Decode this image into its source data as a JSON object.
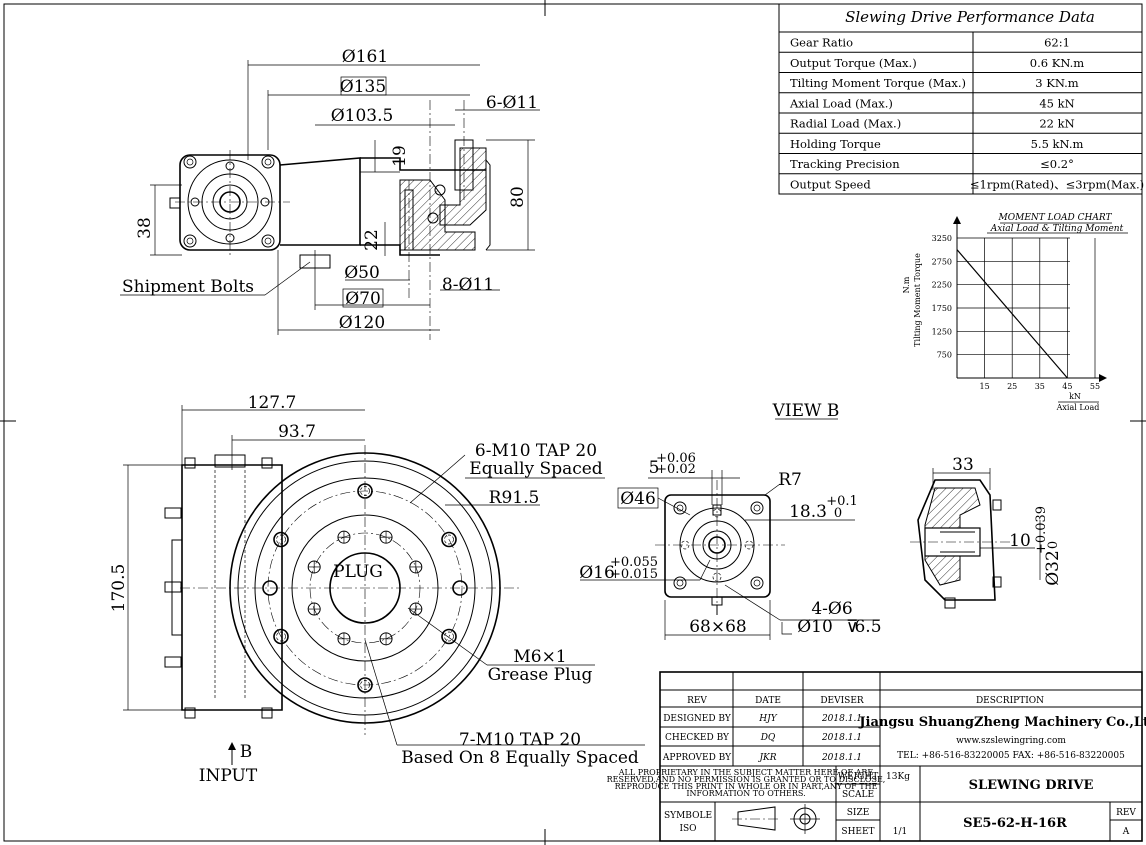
{
  "performance": {
    "title": "Slewing Drive Performance Data",
    "rows": [
      {
        "label": "Gear Ratio",
        "value": "62:1"
      },
      {
        "label": "Output Torque (Max.)",
        "value": "0.6 KN.m"
      },
      {
        "label": "Tilting Moment Torque (Max.)",
        "value": "3 KN.m"
      },
      {
        "label": "Axial Load (Max.)",
        "value": "45 kN"
      },
      {
        "label": "Radial Load (Max.)",
        "value": "22 kN"
      },
      {
        "label": "Holding Torque",
        "value": "5.5 kN.m"
      },
      {
        "label": "Tracking Precision",
        "value": "≤0.2°"
      },
      {
        "label": "Output Speed",
        "value": "≤1rpm(Rated)、≤3rpm(Max.)"
      }
    ]
  },
  "moment_chart": {
    "title": "MOMENT LOAD CHART",
    "subtitle": "Axial Load & Tilting Moment",
    "ylabel": "Tilting Moment Torque",
    "yunit": "N.m",
    "xunit": "kN",
    "xlabel": "Axial Load",
    "yticks": [
      "3250",
      "2750",
      "2250",
      "1750",
      "1250",
      "750"
    ],
    "xticks": [
      "15",
      "25",
      "35",
      "45",
      "55"
    ]
  },
  "chart_data": {
    "type": "line",
    "title": "MOMENT LOAD CHART",
    "subtitle": "Axial Load & Tilting Moment",
    "xlabel": "Axial Load",
    "ylabel": "Tilting Moment Torque",
    "x_unit": "kN",
    "y_unit": "N.m",
    "xlim": [
      5,
      55
    ],
    "ylim": [
      250,
      3250
    ],
    "grid": true,
    "series": [
      {
        "x": [
          5,
          45
        ],
        "y": [
          3000,
          250
        ]
      }
    ]
  },
  "top_view": {
    "dim_161": "Ø161",
    "dim_135": "Ø135",
    "dim_1035": "Ø103.5",
    "dim_6x11": "6-Ø11",
    "dim_19": "19",
    "dim_80": "80",
    "dim_38": "38",
    "dim_22": "22",
    "dim_50": "Ø50",
    "dim_70": "Ø70",
    "dim_8x11": "8-Ø11",
    "dim_120": "Ø120",
    "shipment_bolts": "Shipment Bolts"
  },
  "front_view": {
    "dim_1277": "127.7",
    "dim_937": "93.7",
    "dim_1705": "170.5",
    "tap1": "6-M10 TAP 20",
    "tap1b": "Equally Spaced",
    "r915": "R91.5",
    "plug": "PLUG",
    "m6": "M6×1",
    "grease": "Grease Plug",
    "tap2": "7-M10 TAP 20",
    "tap2b": "Based On 8 Equally Spaced",
    "b_label": "B",
    "input": "INPUT"
  },
  "view_b": {
    "title": "VIEW B",
    "key_tol": "+0.06",
    "key_tol2": "+0.02",
    "key_base": "5",
    "d46": "Ø46",
    "r7": "R7",
    "d183": "18.3",
    "d183_tol1": "+0.1",
    "d183_tol2": "0",
    "d16": "Ø16",
    "d16_tol1": "+0.055",
    "d16_tol2": "+0.015",
    "d68": "68×68",
    "holes": "4-Ø6",
    "cb": "Ø10",
    "depth": "6.5"
  },
  "section": {
    "d33": "33",
    "d10": "10",
    "d32": "Ø32",
    "tol1": "+0.039",
    "tol2": "0"
  },
  "title_block": {
    "rev_h": "REV",
    "date_h": "DATE",
    "deviser_h": "DEVISER",
    "desc_h": "DESCRIPTION",
    "designed": "DESIGNED BY",
    "designed_by": "HJY",
    "designed_date": "2018.1.1",
    "checked": "CHECKED BY",
    "checked_by": "DQ",
    "checked_date": "2018.1.1",
    "approved": "APPROVED BY",
    "approved_by": "JKR",
    "approved_date": "2018.1.1",
    "company": "Jiangsu ShuangZheng Machinery Co.,Ltd.",
    "web": "www.szslewingring.com",
    "tel": "TEL: +86-516-83220005      FAX: +86-516-83220005",
    "prop1": "ALL PROPRIETARY IN THE SUBJECT MATTER HERE OF ARE",
    "prop2": "RESERVED,AND NO PERMISSION IS GRANTED OR TO DISCLOSE,",
    "prop3": "REPRODUCE THIS PRINT IN WHOLE OR IN PART,ANY OF THE",
    "prop4": "INFORMATION TO OTHERS.",
    "weight_l": "WEIGHT",
    "weight": "13Kg",
    "scale_l": "SCALE",
    "size_l": "SIZE",
    "sheet_l": "SHEET",
    "sheet": "1/1",
    "symbole": "SYMBOLE",
    "iso": "ISO",
    "product": "SLEWING DRIVE",
    "model": "SE5-62-H-16R",
    "rev_l": "REV",
    "rev": "A"
  }
}
